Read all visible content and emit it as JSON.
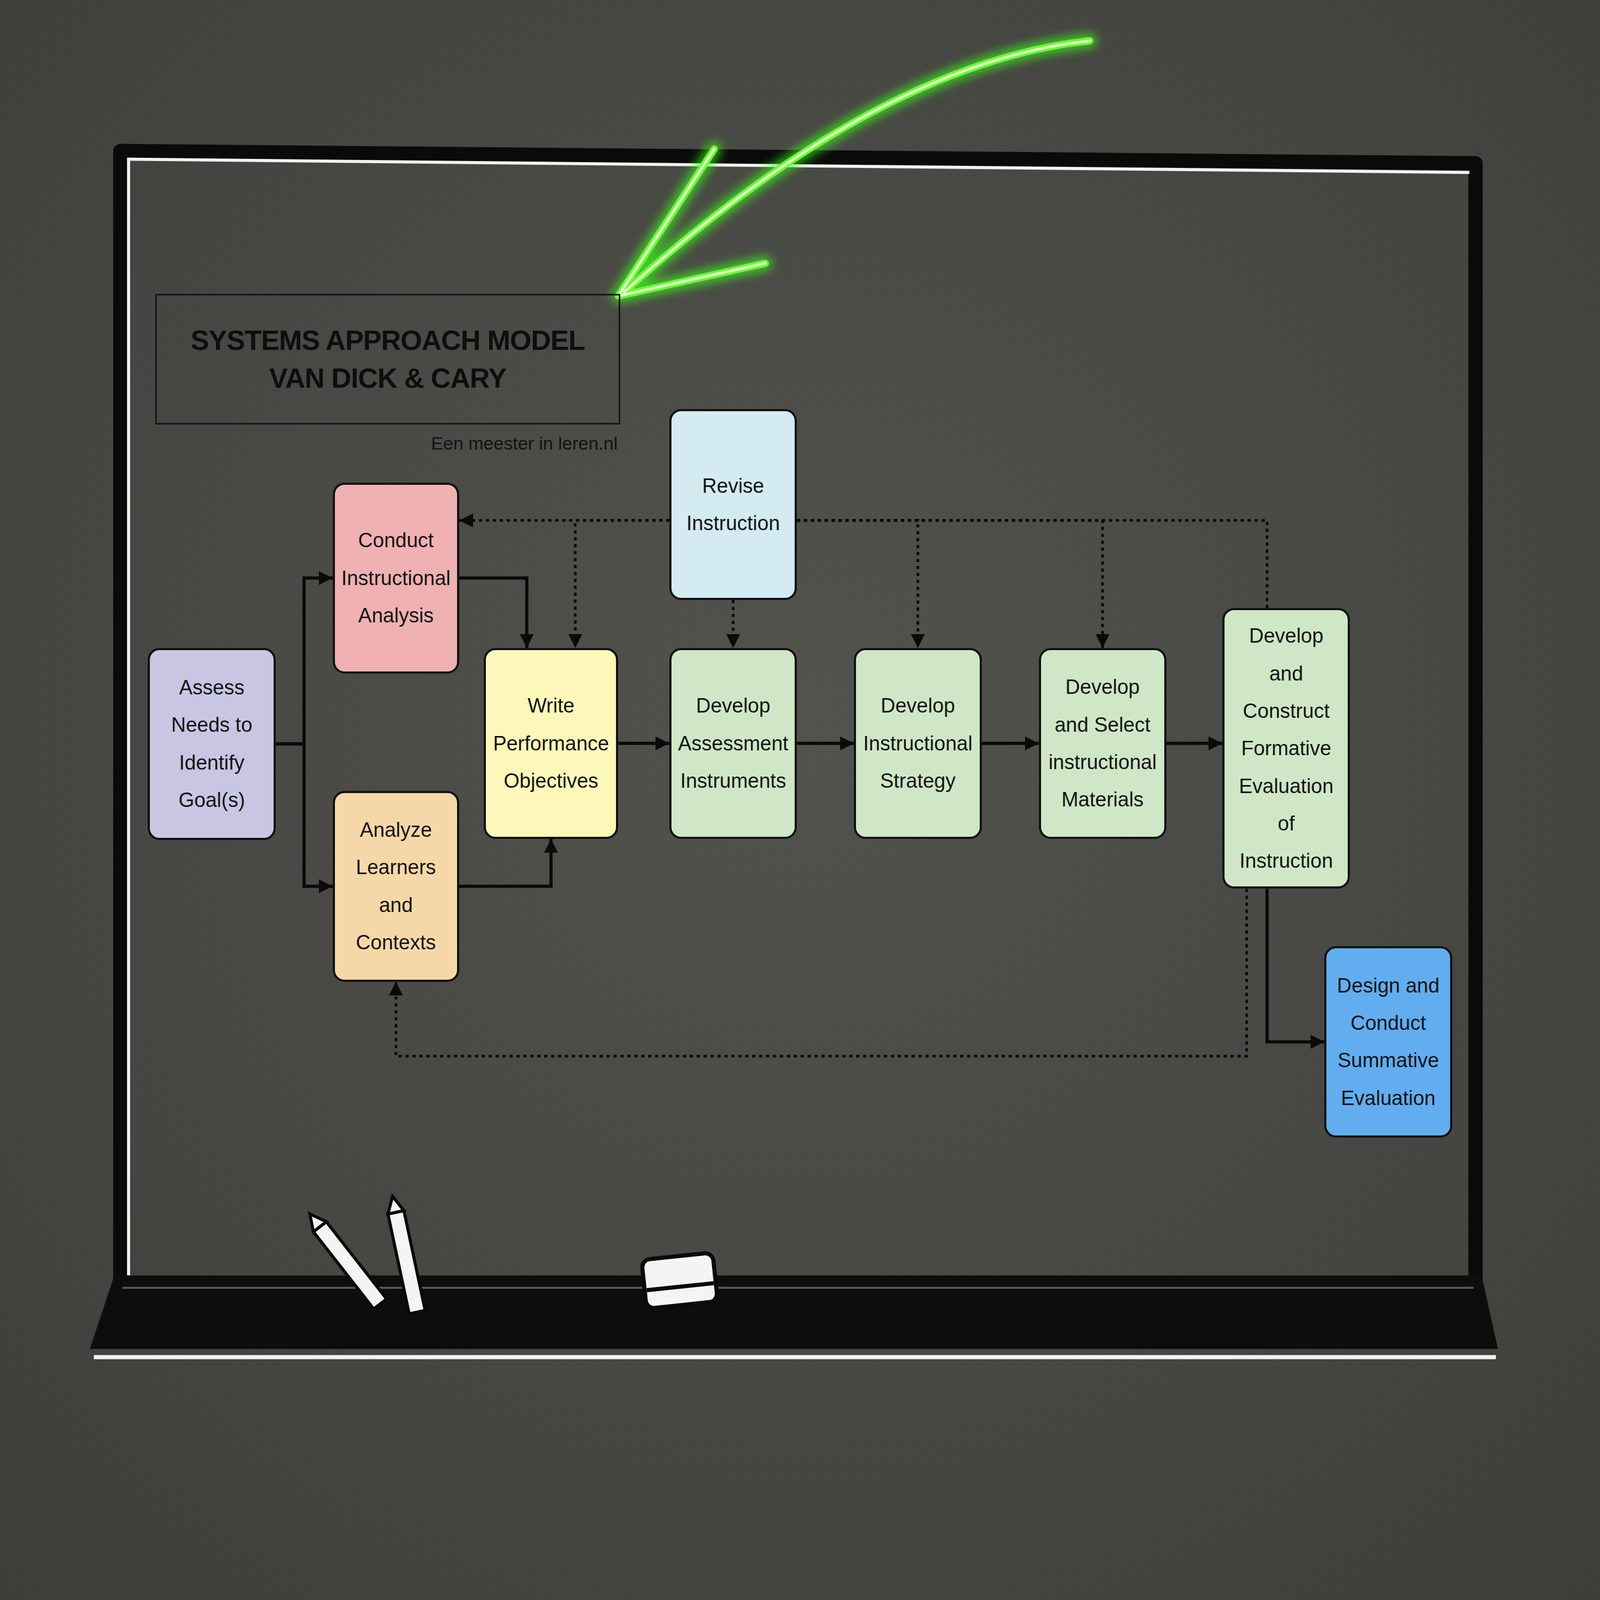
{
  "diagram": {
    "title": "SYSTEMS APPROACH MODEL VAN DICK & CARY",
    "nodes": [
      {
        "text": [
          "Assess Needs to Identify Goal(s)"
        ]
      },
      {
        "text": [
          "Conduct Instructional Analysis"
        ]
      },
      {
        "text": [
          "Analyze Learners and Contexts"
        ]
      },
      {
        "text": [
          "Write Performance Objectives"
        ]
      },
      {
        "text": [
          "Revise Instruction"
        ]
      },
      {
        "text": [
          "Develop Assessment Instruments"
        ]
      },
      {
        "text": [
          "Develop Instructional Strategy"
        ]
      },
      {
        "text": [
          "Develop and Select instructional Materials"
        ]
      },
      {
        "text": [
          "Develop and Construct Formative Evaluation of Instruction"
        ]
      },
      {
        "text": [
          "Design and Conduct Summative Evaluation"
        ]
      }
    ],
    "edges": [
      {
        "from": 0,
        "to": 1,
        "arrow": "to"
      },
      {
        "from": 0,
        "to": 2,
        "arrow": "to"
      },
      {
        "from": 1,
        "to": 3,
        "arrow": "to"
      },
      {
        "from": 2,
        "to": 3,
        "arrow": "to"
      },
      {
        "from": 3,
        "to": 5,
        "arrow": "to"
      },
      {
        "from": 5,
        "to": 6,
        "arrow": "to"
      },
      {
        "from": 6,
        "to": 7,
        "arrow": "to"
      },
      {
        "from": 7,
        "to": 8,
        "arrow": "to"
      },
      {
        "from": 8,
        "to": 9,
        "arrow": "to"
      },
      {
        "from": 8,
        "to": 4,
        "arrow": "none"
      },
      {
        "from": 4,
        "to": 1,
        "arrow": "to"
      },
      {
        "from": 4,
        "to": 3,
        "arrow": "to"
      },
      {
        "from": 4,
        "to": 5,
        "arrow": "to"
      },
      {
        "from": 4,
        "to": 6,
        "arrow": "to"
      },
      {
        "from": 4,
        "to": 7,
        "arrow": "to"
      },
      {
        "from": 8,
        "to": 2,
        "arrow": "to"
      }
    ],
    "labels": [
      "Een meester in leren.nl"
    ]
  }
}
